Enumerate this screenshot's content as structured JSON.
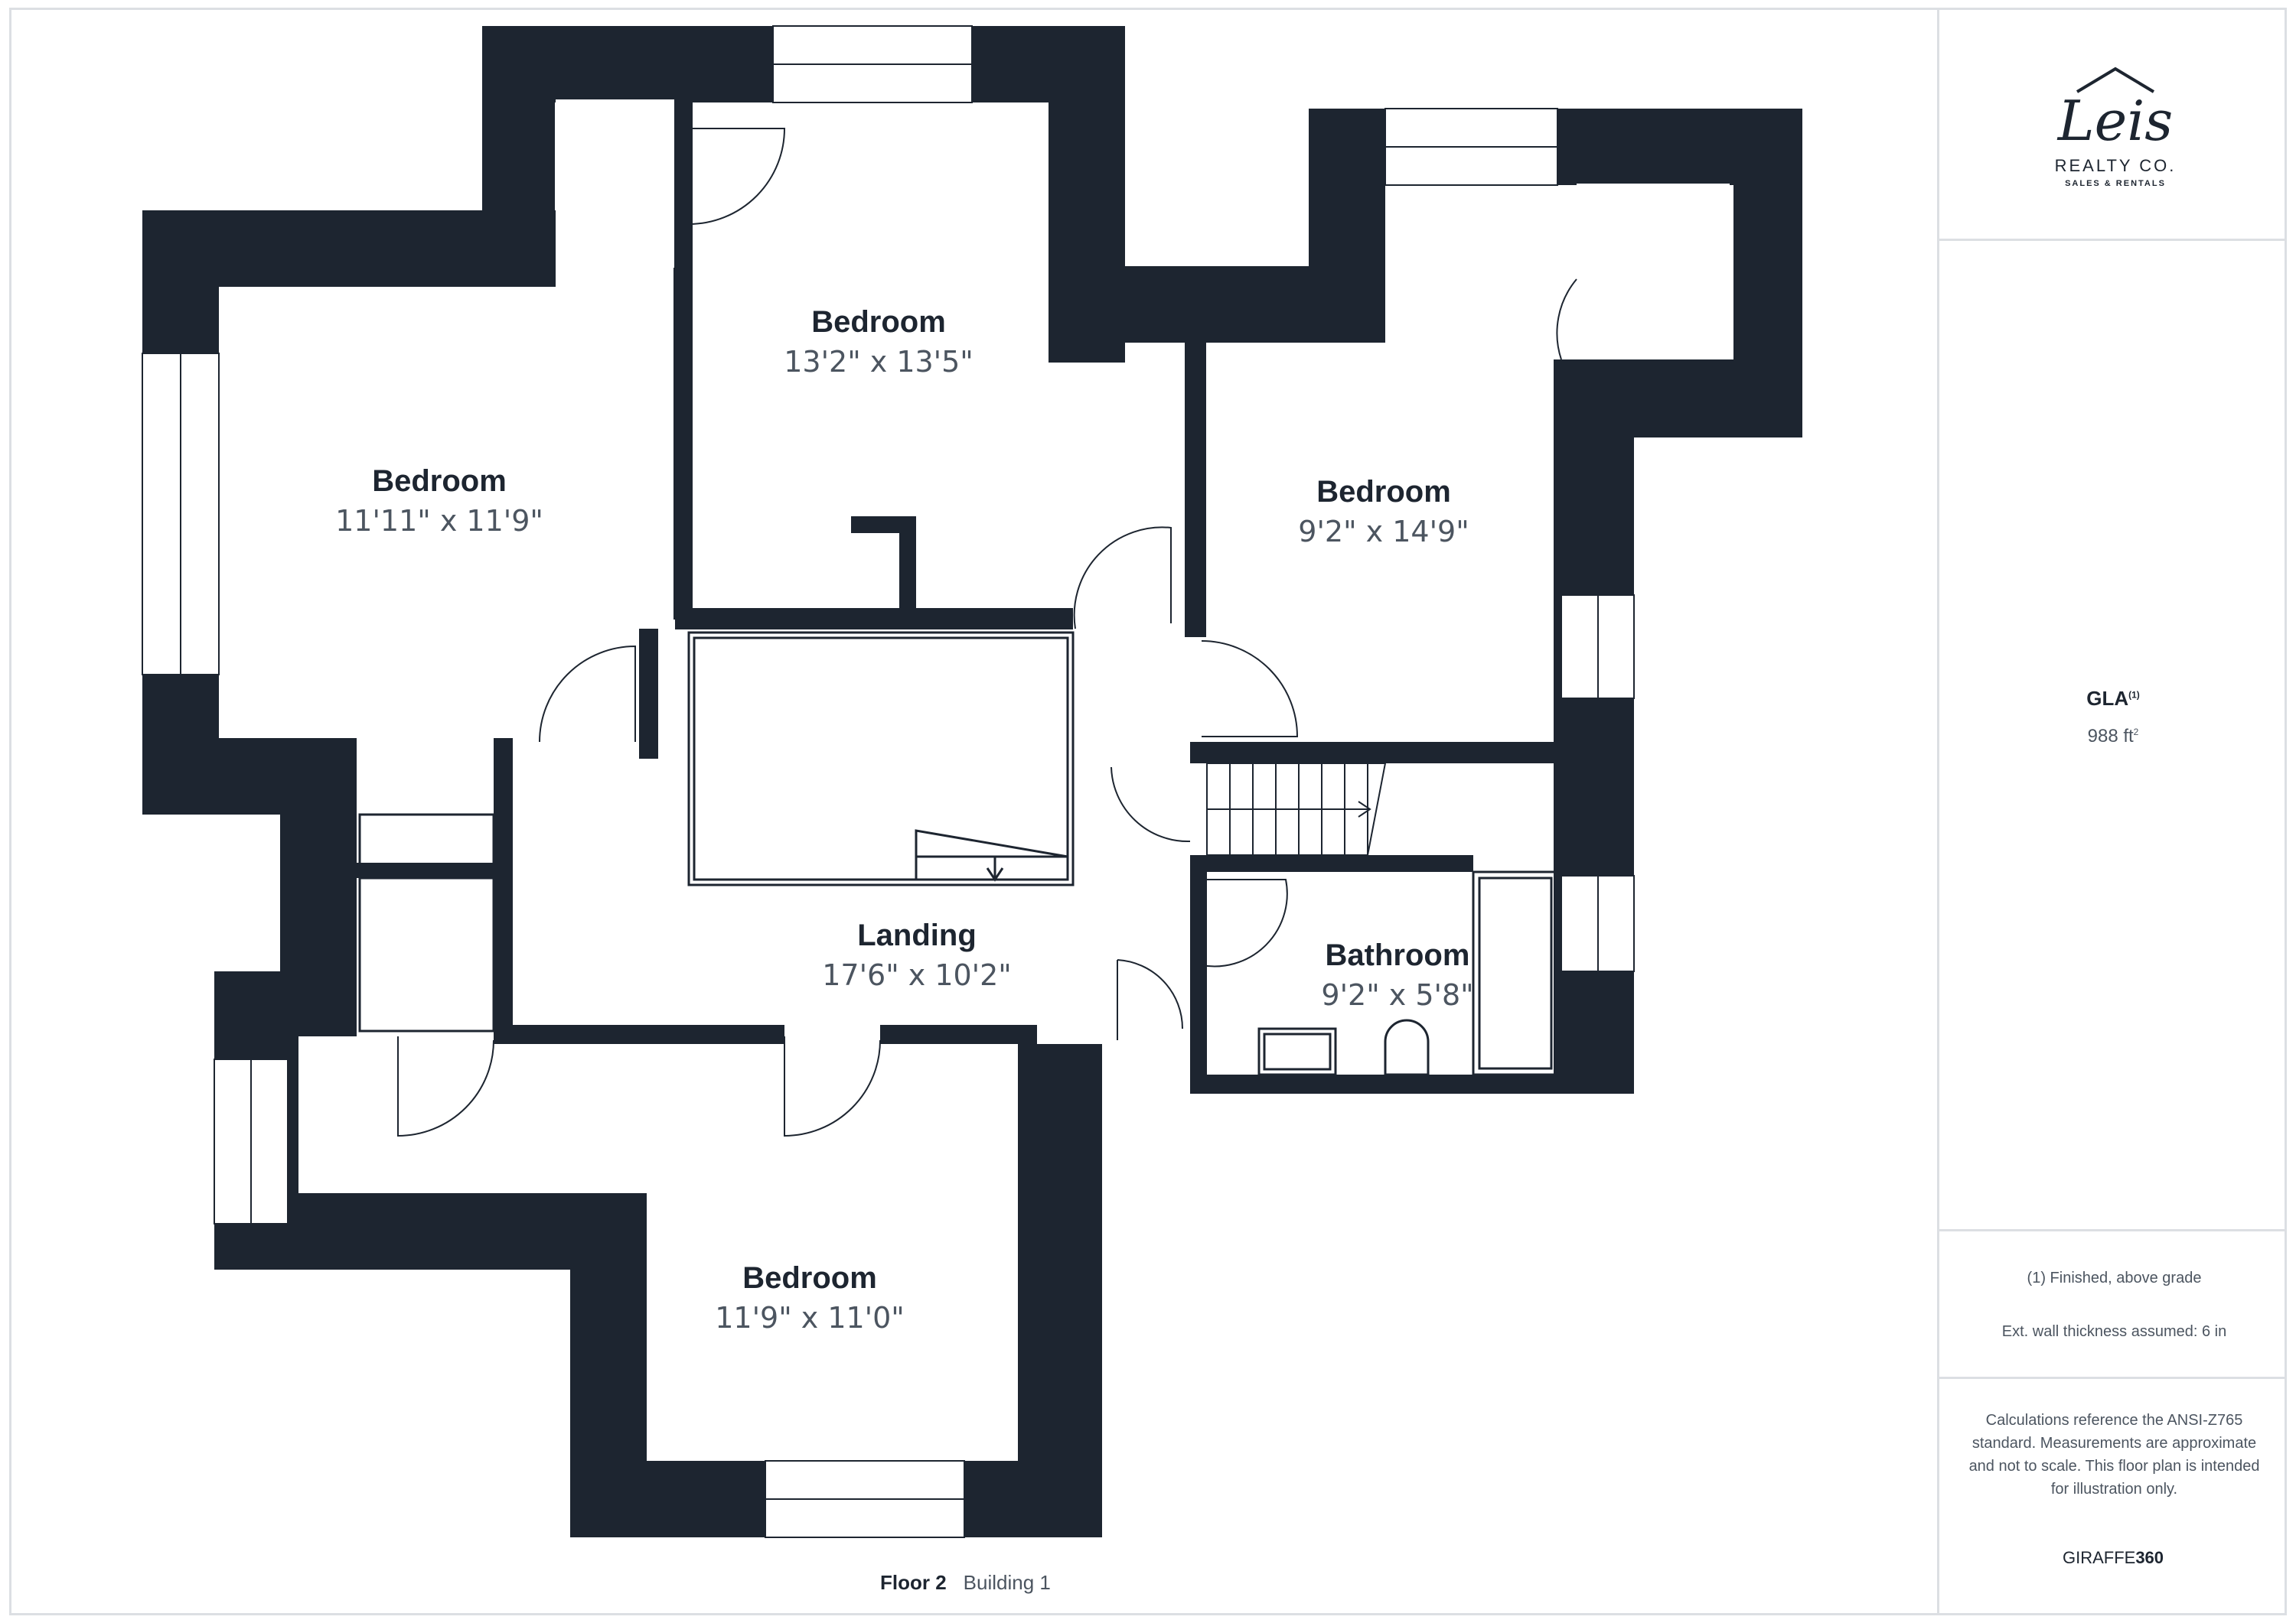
{
  "floor_label": "Floor 2",
  "building_label": "Building 1",
  "rooms": [
    {
      "name": "Bedroom",
      "dims": "13'2\" x 13'5\""
    },
    {
      "name": "Bedroom",
      "dims": "11'11\" x 11'9\""
    },
    {
      "name": "Bedroom",
      "dims": "9'2\" x 14'9\""
    },
    {
      "name": "Landing",
      "dims": "17'6\" x 10'2\""
    },
    {
      "name": "Bathroom",
      "dims": "9'2\" x 5'8\""
    },
    {
      "name": "Bedroom",
      "dims": "11'9\" x 11'0\""
    }
  ],
  "logo": {
    "script": "Leis",
    "line1": "REALTY CO.",
    "line2": "SALES & RENTALS"
  },
  "gla": {
    "label": "GLA",
    "footnote_mark": "(1)",
    "value": "988 ft",
    "unit_sup": "2"
  },
  "notes": {
    "finished": "(1) Finished, above grade",
    "wall": "Ext. wall thickness assumed: 6 in",
    "disclaimer": "Calculations reference the ANSI-Z765 standard. Measurements are approximate and not to scale. This floor plan is intended for illustration only."
  },
  "brand": {
    "prefix": "GIRAFFE",
    "suffix": "360"
  },
  "colors": {
    "wall": "#1d2530",
    "line": "#1d2530",
    "border": "#dcdfe3"
  }
}
